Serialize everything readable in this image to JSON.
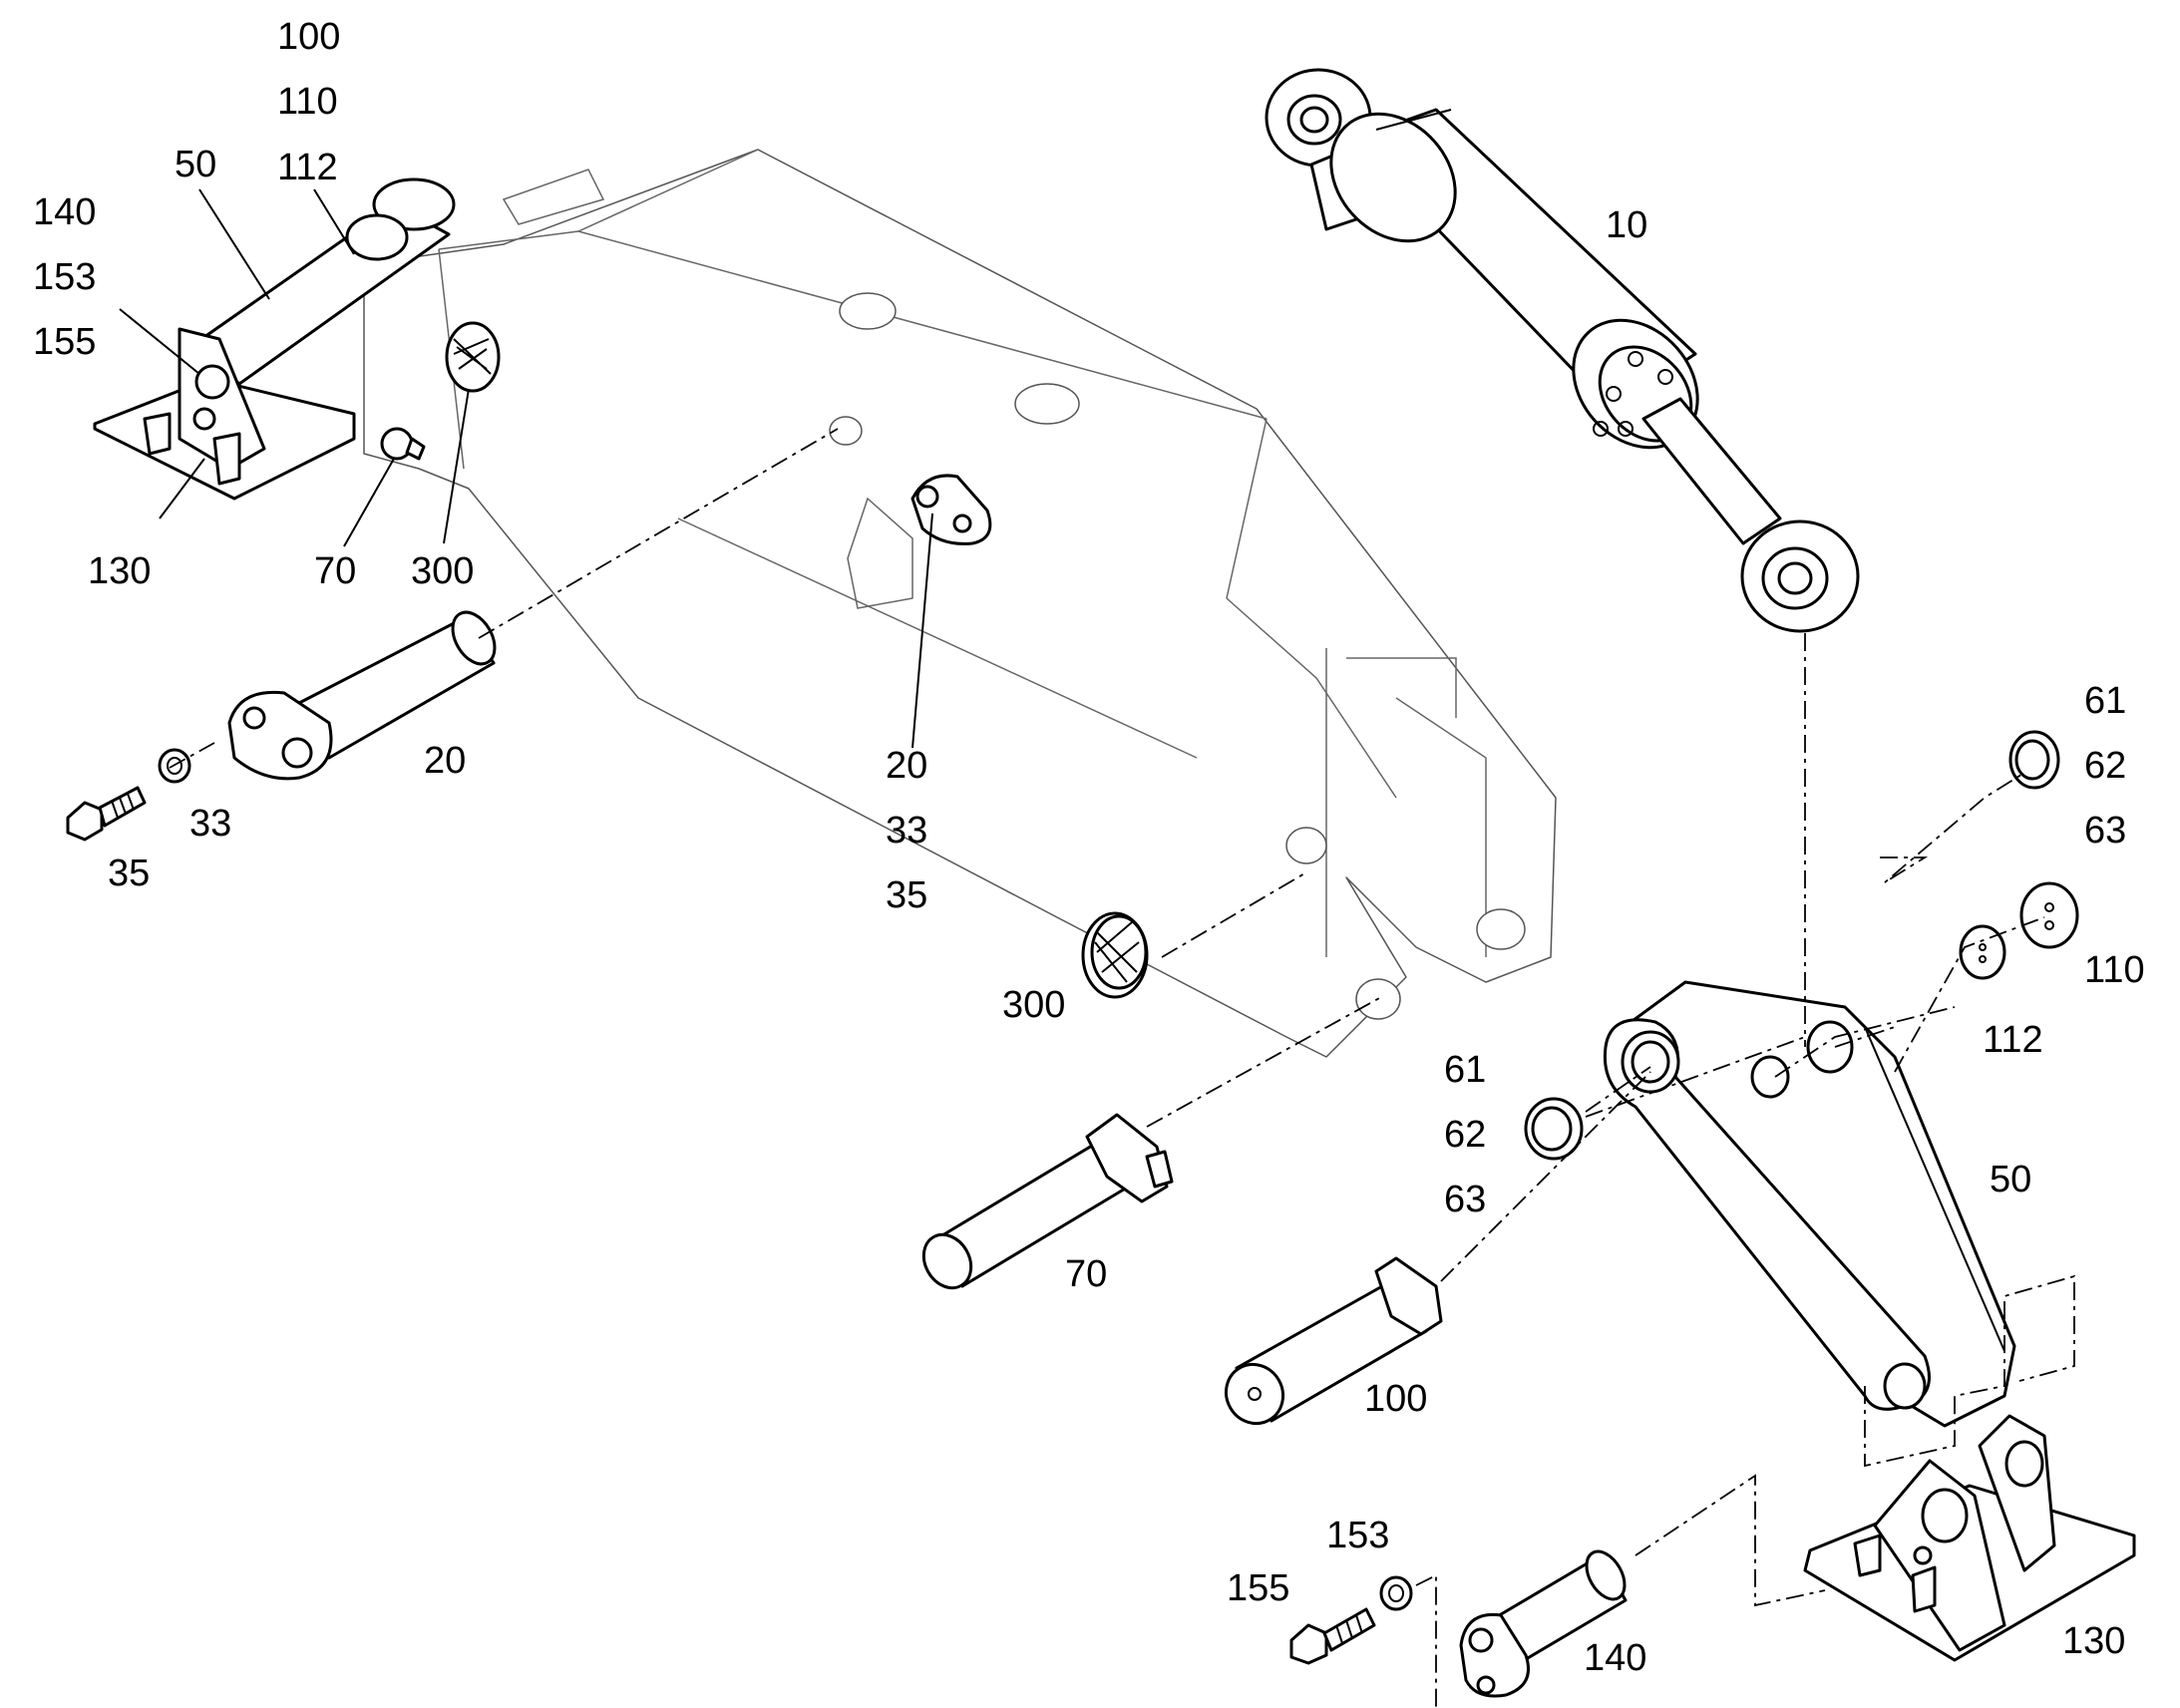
{
  "labels": {
    "l100_top": "100",
    "l110_top": "110",
    "l112_top": "112",
    "l50_top": "50",
    "l140_top": "140",
    "l153_top": "153",
    "l155_top": "155",
    "l130_top": "130",
    "l70_top": "70",
    "l300_top": "300",
    "l20_left": "20",
    "l33_left": "33",
    "l35_left": "35",
    "l20_mid": "20",
    "l33_mid": "33",
    "l35_mid": "35",
    "l10": "10",
    "l61_right": "61",
    "l62_right": "62",
    "l63_right": "63",
    "l110_right": "110",
    "l112_right": "112",
    "l300_mid": "300",
    "l61_mid": "61",
    "l62_mid": "62",
    "l63_mid": "63",
    "l50_right": "50",
    "l70_mid": "70",
    "l100_mid": "100",
    "l153_bot": "153",
    "l155_bot": "155",
    "l140_bot": "140",
    "l130_bot": "130"
  }
}
